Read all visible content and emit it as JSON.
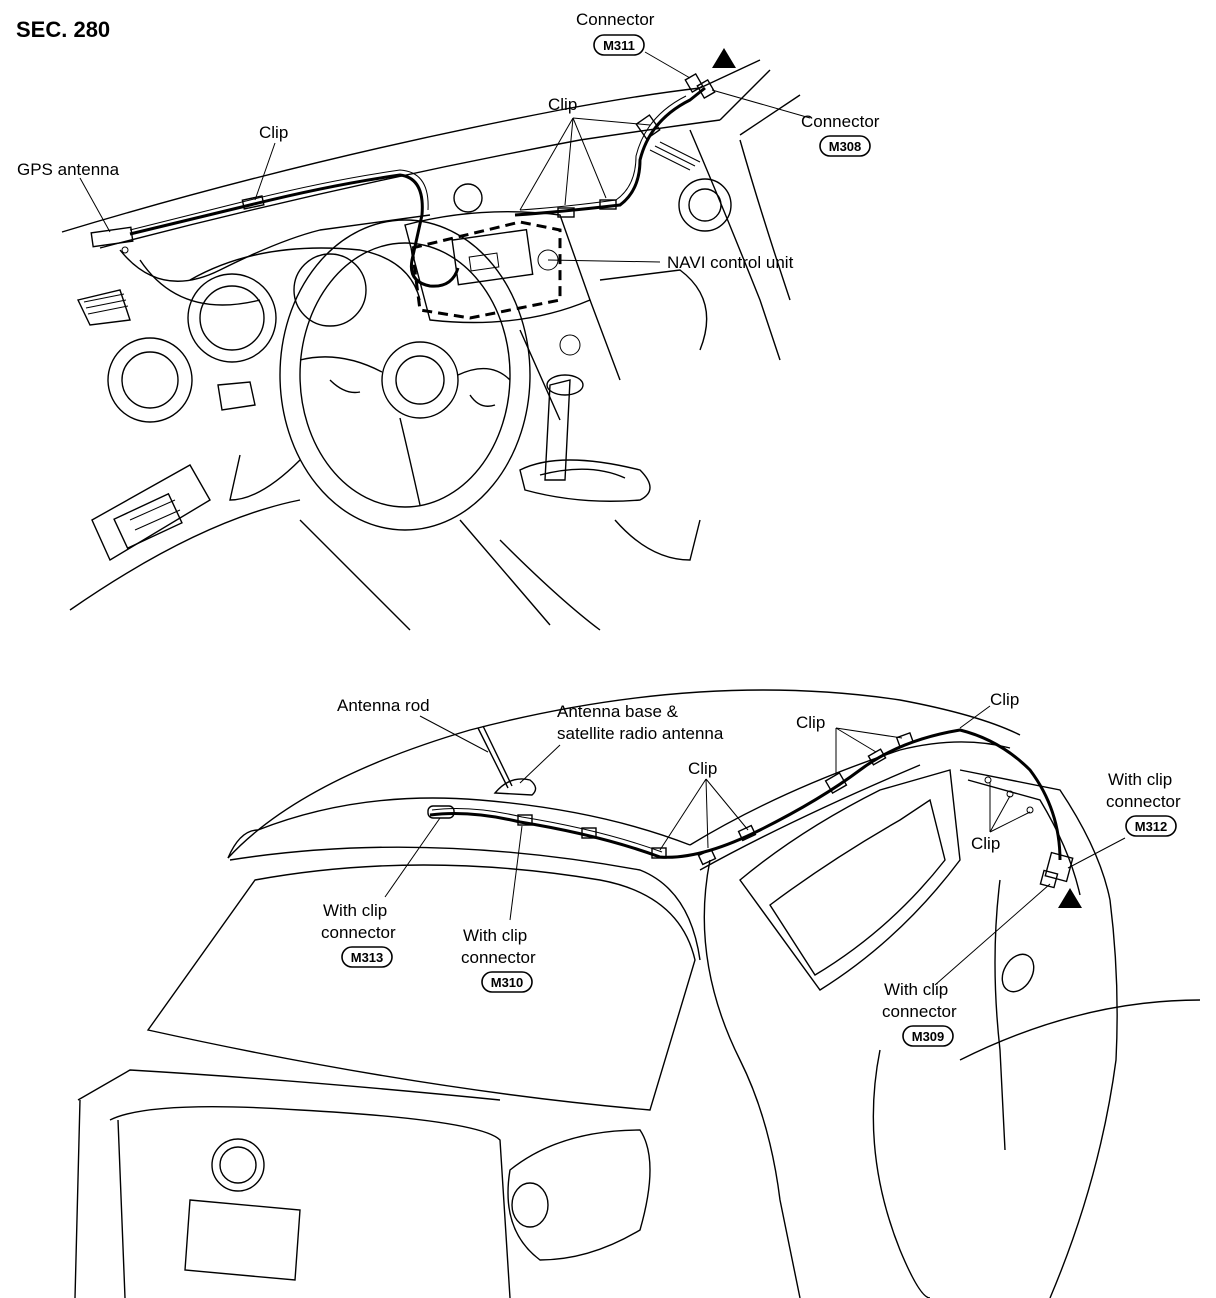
{
  "section": "SEC. 280",
  "labels": {
    "connector_m311": "Connector",
    "connector_m308": "Connector",
    "clip_top_center": "Clip",
    "clip_top_left": "Clip",
    "gps_antenna": "GPS antenna",
    "navi_control_unit": "NAVI control unit",
    "antenna_rod": "Antenna rod",
    "antenna_base_line1": "Antenna base &",
    "antenna_base_line2": "satellite radio antenna",
    "clip_roof_mid": "Clip",
    "clip_roof_right": "Clip",
    "clip_roof_far": "Clip",
    "clip_pillar": "Clip",
    "m312_line1": "With clip",
    "m312_line2": "connector",
    "m313_line1": "With clip",
    "m313_line2": "connector",
    "m310_line1": "With clip",
    "m310_line2": "connector",
    "m309_line1": "With clip",
    "m309_line2": "connector"
  },
  "badges": {
    "m311": "M311",
    "m308": "M308",
    "m312": "M312",
    "m313": "M313",
    "m310": "M310",
    "m309": "M309"
  }
}
